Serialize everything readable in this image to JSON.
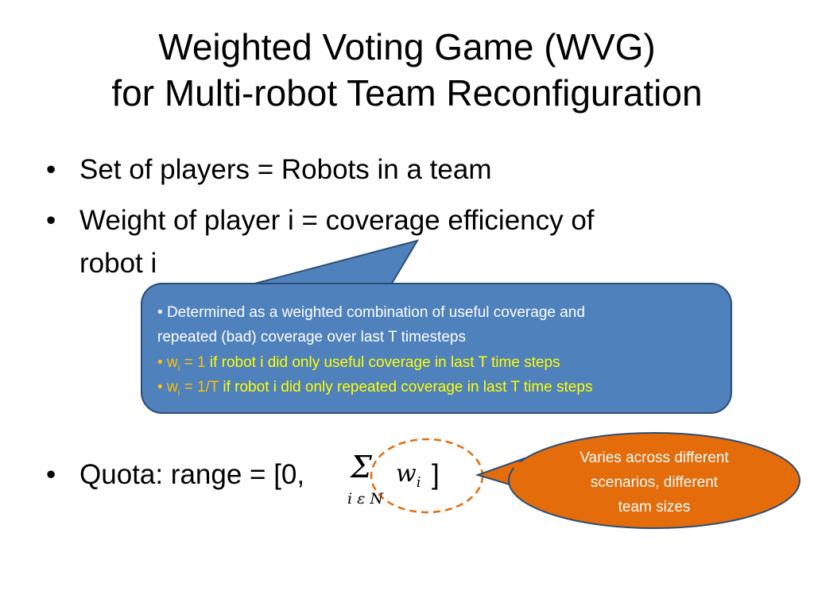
{
  "slide": {
    "title_line1": "Weighted Voting Game (WVG)",
    "title_line2": "for Multi-robot Team Reconfiguration",
    "bullets": [
      {
        "marker": "•",
        "line1": "Set of players = Robots in a team"
      },
      {
        "marker": "•",
        "line1": "Weight of player i = coverage efficiency of",
        "line2": "robot i"
      },
      {
        "marker": "•",
        "prefix": "Quota: range = [0,",
        "sigma": "Σ",
        "w": "w",
        "w_sub": "i",
        "suffix": "]",
        "sum_index": "i ε N"
      }
    ],
    "callout": {
      "bullet": "•",
      "line1": "Determined as a weighted combination of useful coverage and",
      "line2": "repeated (bad) coverage over last T timesteps",
      "item2_w": "w",
      "item2_sub": "i",
      "item2_eq": " = 1",
      "item2_text": " if robot i did only useful coverage in last T time steps",
      "item3_w": "w",
      "item3_sub": "i",
      "item3_eq": " = 1/T",
      "item3_text": " if robot i did only repeated coverage in last T time steps",
      "fill": "#4f81bd",
      "stroke": "#2c4d75"
    },
    "note": {
      "line1": "Varies across different",
      "line2": "scenarios, different",
      "line3": "team sizes",
      "fill": "#e46c0a",
      "stroke": "#2c4d75"
    },
    "highlight_color": "#e46c0a"
  }
}
